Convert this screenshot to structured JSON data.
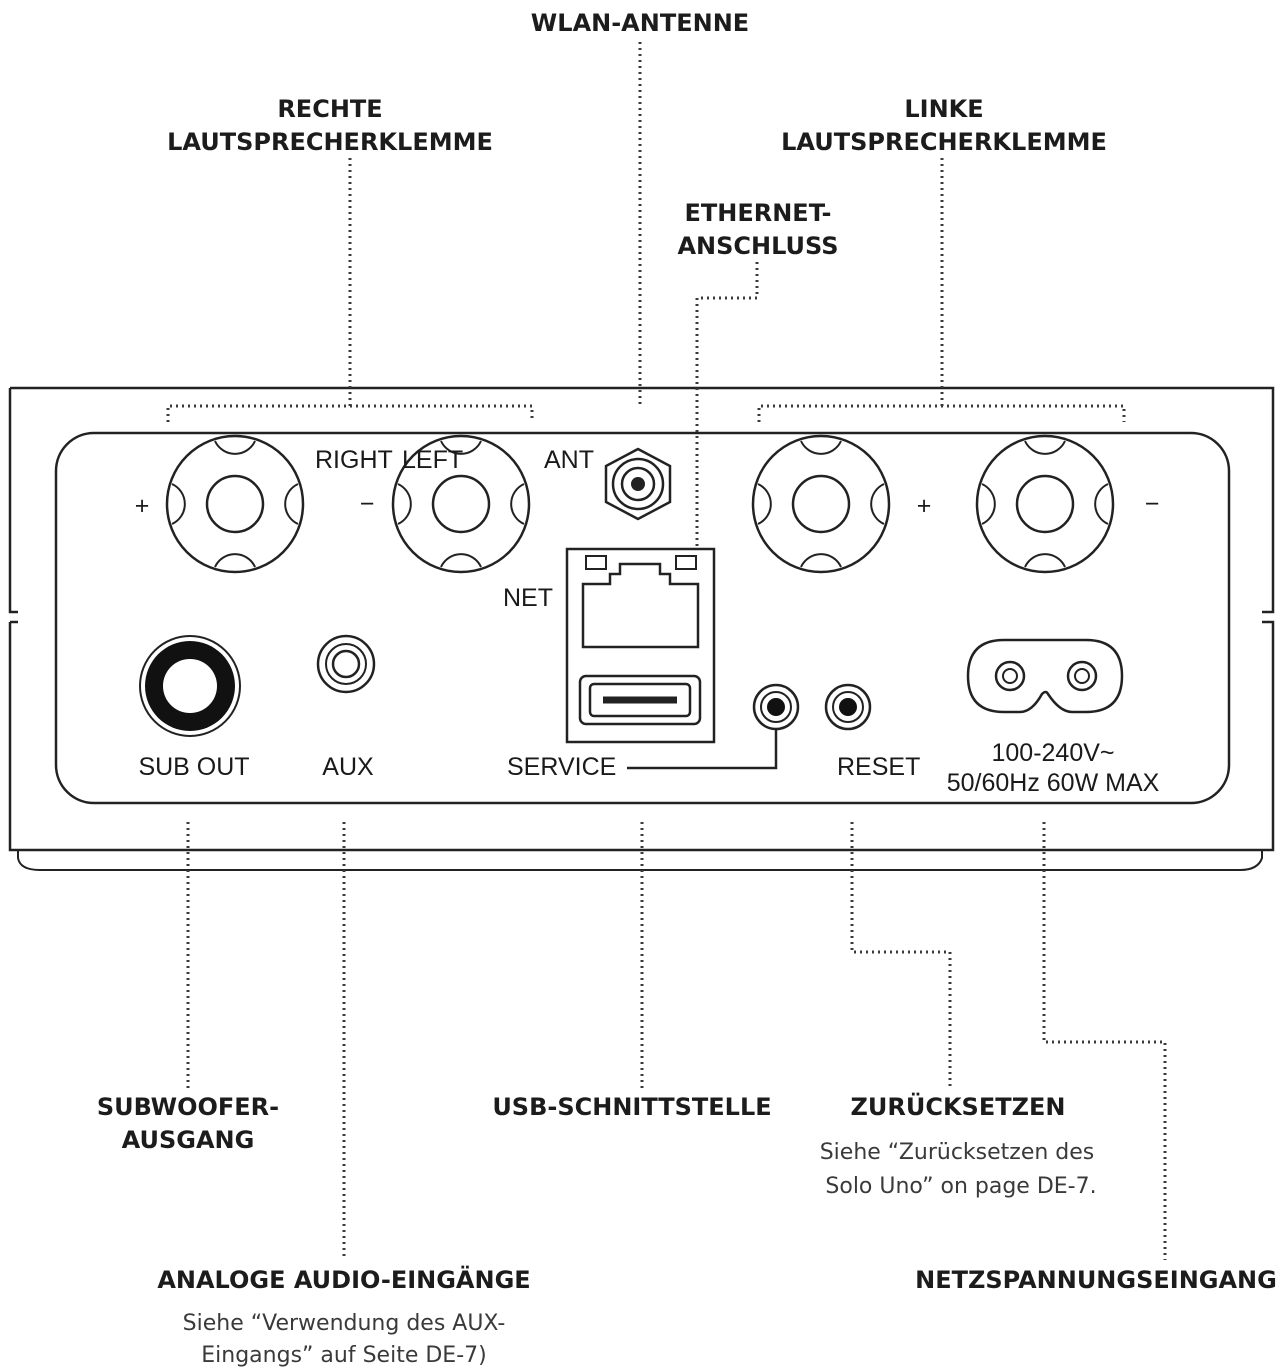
{
  "callouts": {
    "wlan": "WLAN-ANTENNE",
    "right_terminal": [
      "RECHTE",
      "LAUTSPRECHERKLEMME"
    ],
    "left_terminal": [
      "LINKE",
      "LAUTSPRECHERKLEMME"
    ],
    "ethernet": [
      "ETHERNET-",
      "ANSCHLUSS"
    ],
    "subwoofer": [
      "SUBWOOFER-",
      "AUSGANG"
    ],
    "usb": "USB-SCHNITTSTELLE",
    "reset": "ZURÜCKSETZEN",
    "reset_note": [
      "Siehe “Zurücksetzen des",
      "Solo Uno” on page DE-7."
    ],
    "analog": "ANALOGE AUDIO-EINGÄNGE",
    "analog_note": [
      "Siehe “Verwendung des AUX-",
      "Eingangs” auf Seite DE-7)"
    ],
    "power": "NETZSPANNUNGSEINGANG"
  },
  "panel": {
    "right": "RIGHT",
    "left": "LEFT",
    "ant": "ANT",
    "net": "NET",
    "service": "SERVICE",
    "reset": "RESET",
    "sub_out": "SUB OUT",
    "aux": "AUX",
    "power_rating": [
      "100-240V~",
      "50/60Hz 60W MAX"
    ],
    "plus": "+",
    "minus": "−"
  }
}
